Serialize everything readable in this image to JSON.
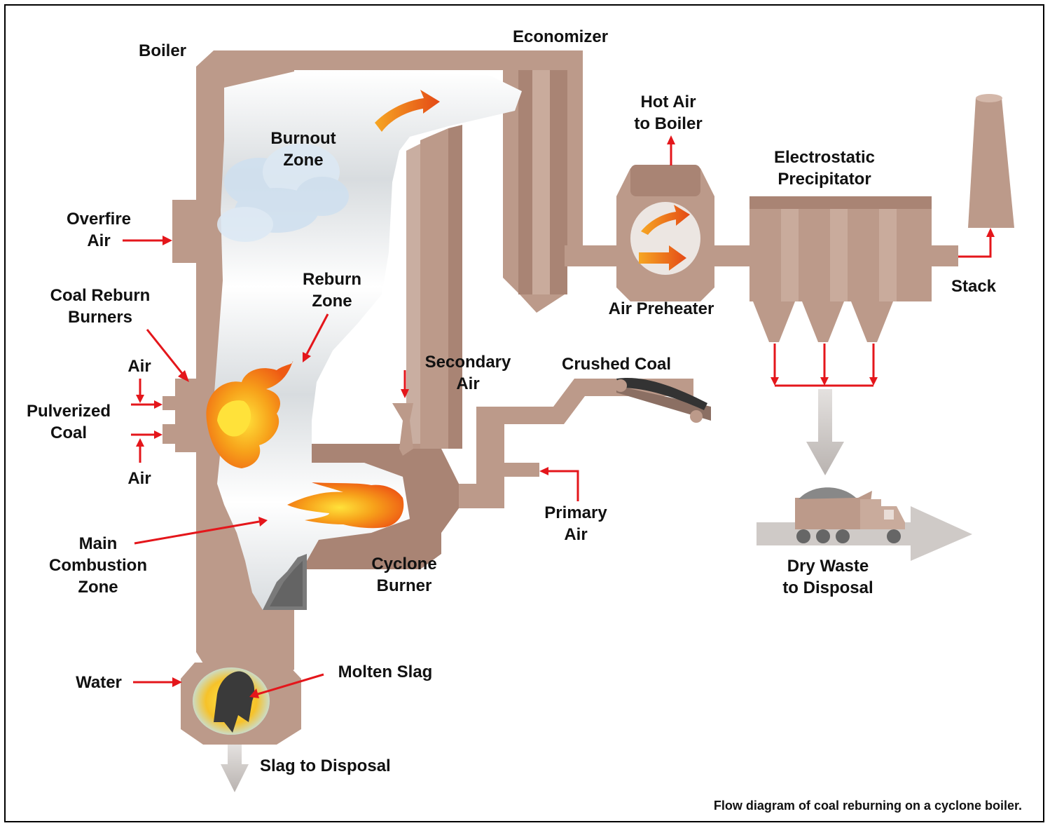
{
  "labels": {
    "boiler": "Boiler",
    "economizer": "Economizer",
    "burnout_zone": [
      "Burnout",
      "Zone"
    ],
    "overfire_air": [
      "Overfire",
      "Air"
    ],
    "coal_reburn_burners": [
      "Coal Reburn",
      "Burners"
    ],
    "reburn_zone": [
      "Reburn",
      "Zone"
    ],
    "air_top": "Air",
    "pulverized_coal": [
      "Pulverized",
      "Coal"
    ],
    "air_bottom": "Air",
    "main_combustion_zone": [
      "Main",
      "Combustion",
      "Zone"
    ],
    "secondary_air": [
      "Secondary",
      "Air"
    ],
    "crushed_coal": "Crushed Coal",
    "primary_air": [
      "Primary",
      "Air"
    ],
    "cyclone_burner": [
      "Cyclone",
      "Burner"
    ],
    "water": "Water",
    "molten_slag": "Molten Slag",
    "slag_to_disposal": "Slag to Disposal",
    "hot_air_to_boiler": [
      "Hot Air",
      "to Boiler"
    ],
    "air_preheater": "Air Preheater",
    "electrostatic_precipitator": [
      "Electrostatic",
      "Precipitator"
    ],
    "stack": "Stack",
    "dry_waste_to_disposal": [
      "Dry Waste",
      "to Disposal"
    ]
  },
  "caption": "Flow diagram of coal reburning on a cyclone boiler.",
  "colors": {
    "structure": "#bc9a8a",
    "structure_dark": "#a98474",
    "flow_arrows": "#e4161b",
    "flame": "#f7a11a",
    "gray_arrow": "#c8c3c0"
  }
}
